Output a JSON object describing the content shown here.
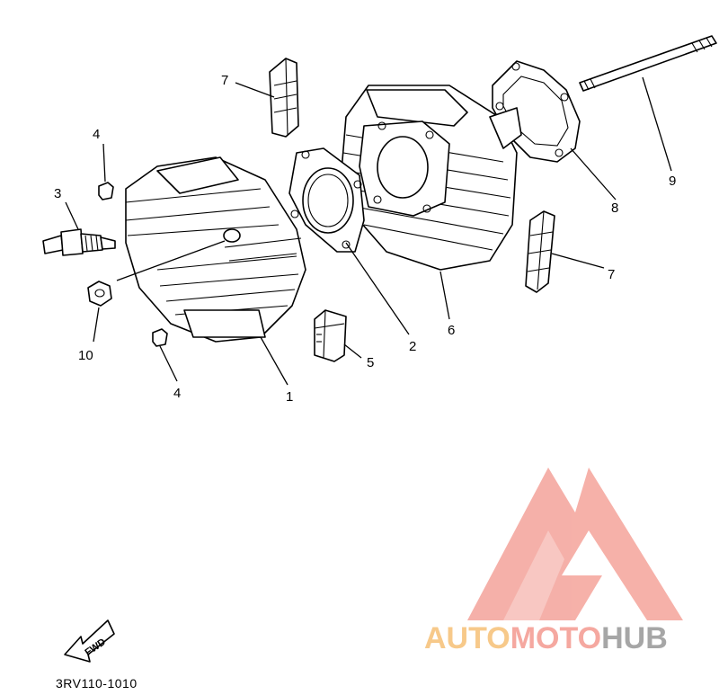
{
  "diagram": {
    "callouts": [
      {
        "id": "c1",
        "text": "1"
      },
      {
        "id": "c2",
        "text": "2"
      },
      {
        "id": "c3",
        "text": "3"
      },
      {
        "id": "c4a",
        "text": "4"
      },
      {
        "id": "c4b",
        "text": "4"
      },
      {
        "id": "c5",
        "text": "5"
      },
      {
        "id": "c6",
        "text": "6"
      },
      {
        "id": "c7a",
        "text": "7"
      },
      {
        "id": "c7b",
        "text": "7"
      },
      {
        "id": "c8",
        "text": "8"
      },
      {
        "id": "c9",
        "text": "9"
      },
      {
        "id": "c10",
        "text": "10"
      }
    ],
    "fwd_label": "FWD",
    "part_code": "3RV110-1010"
  },
  "watermark": {
    "word_auto": "AUTO",
    "word_moto": "MOTO",
    "word_hub": "HUB",
    "color_primary": "#f5a8a0",
    "color_auto": "#f7c98a",
    "color_hub": "#a6a6a6"
  }
}
